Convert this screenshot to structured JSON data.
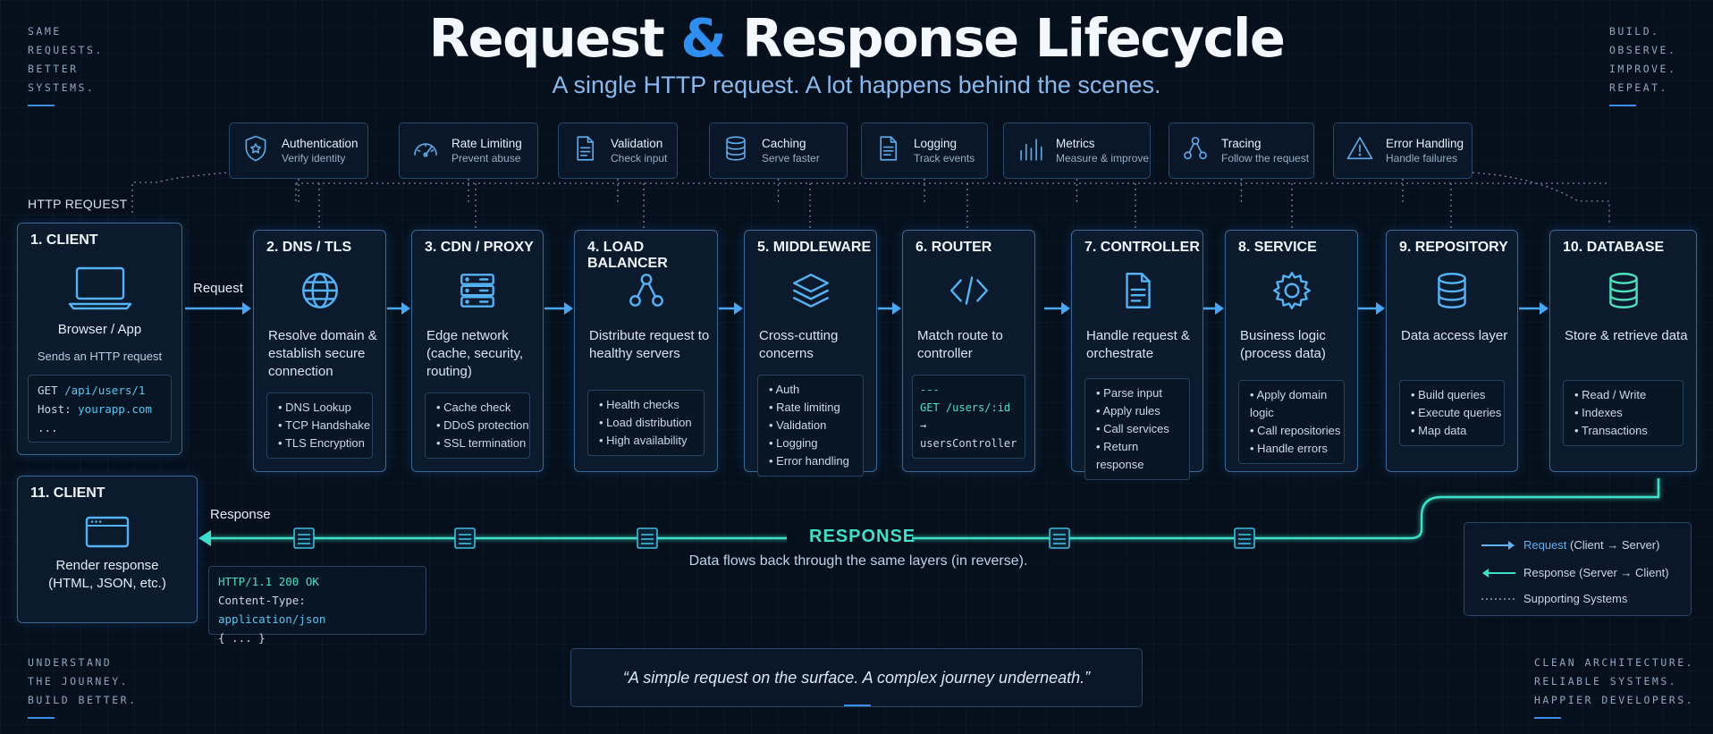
{
  "header": {
    "title_part1": "Request",
    "title_amp": "&",
    "title_part2": "Response Lifecycle",
    "subtitle": "A single HTTP request. A lot happens behind the scenes."
  },
  "corners": {
    "top_left": [
      "SAME",
      "REQUESTS.",
      "BETTER",
      "SYSTEMS."
    ],
    "top_right": [
      "BUILD.",
      "OBSERVE.",
      "IMPROVE.",
      "REPEAT."
    ],
    "bottom_left": [
      "UNDERSTAND",
      "THE JOURNEY.",
      "BUILD BETTER."
    ],
    "bottom_right": [
      "CLEAN ARCHITECTURE.",
      "RELIABLE SYSTEMS.",
      "HAPPIER DEVELOPERS."
    ]
  },
  "section_label": "HTTP REQUEST",
  "supporting": [
    {
      "name": "Authentication",
      "desc": "Verify identity",
      "icon": "shield-icon"
    },
    {
      "name": "Rate Limiting",
      "desc": "Prevent abuse",
      "icon": "gauge-icon"
    },
    {
      "name": "Validation",
      "desc": "Check input",
      "icon": "document-icon"
    },
    {
      "name": "Caching",
      "desc": "Serve faster",
      "icon": "database-icon"
    },
    {
      "name": "Logging",
      "desc": "Track events",
      "icon": "log-icon"
    },
    {
      "name": "Metrics",
      "desc": "Measure & improve",
      "icon": "bar-chart-icon"
    },
    {
      "name": "Tracing",
      "desc": "Follow the request",
      "icon": "nodes-icon"
    },
    {
      "name": "Error Handling",
      "desc": "Handle failures",
      "icon": "warning-icon"
    }
  ],
  "client_start": {
    "title": "1. CLIENT",
    "label": "Browser / App",
    "desc": "Sends an HTTP request",
    "code": [
      {
        "k": "GET ",
        "v": "/api/users/1"
      },
      {
        "k": "Host: ",
        "v": "yourapp.com"
      },
      {
        "k": "...",
        "v": ""
      }
    ]
  },
  "request_label": "Request",
  "stages": [
    {
      "title": "2. DNS / TLS",
      "icon": "globe-icon",
      "desc": "Resolve domain & establish secure connection",
      "bullets": [
        "DNS Lookup",
        "TCP Handshake",
        "TLS Encryption"
      ]
    },
    {
      "title": "3. CDN / PROXY",
      "icon": "server-icon",
      "desc": "Edge network (cache, security, routing)",
      "bullets": [
        "Cache check",
        "DDoS protection",
        "SSL termination"
      ]
    },
    {
      "title": "4. LOAD BALANCER",
      "icon": "nodes-icon",
      "desc": "Distribute request to healthy servers",
      "bullets": [
        "Health checks",
        "Load distribution",
        "High availability"
      ]
    },
    {
      "title": "5. MIDDLEWARE",
      "icon": "layers-icon",
      "desc": "Cross-cutting concerns",
      "bullets": [
        "Auth",
        "Rate limiting",
        "Validation",
        "Logging",
        "Error handling"
      ]
    },
    {
      "title": "6. ROUTER",
      "icon": "code-brackets-icon",
      "desc": "Match route to controller",
      "code": [
        "---",
        "GET /users/:id",
        "→ usersController"
      ]
    },
    {
      "title": "7. CONTROLLER",
      "icon": "document-icon",
      "desc": "Handle request & orchestrate",
      "bullets": [
        "Parse input",
        "Apply rules",
        "Call services",
        "Return response"
      ]
    },
    {
      "title": "8. SERVICE",
      "icon": "gear-icon",
      "desc": "Business logic (process data)",
      "bullets": [
        "Apply domain logic",
        "Call repositories",
        "Handle errors"
      ]
    },
    {
      "title": "9. REPOSITORY",
      "icon": "database-icon",
      "desc": "Data access layer",
      "bullets": [
        "Build queries",
        "Execute queries",
        "Map data"
      ]
    },
    {
      "title": "10. DATABASE",
      "icon": "database-icon",
      "desc": "Store & retrieve data",
      "bullets": [
        "Read / Write",
        "Indexes",
        "Transactions"
      ]
    }
  ],
  "client_end": {
    "title": "11. CLIENT",
    "desc": "Render response (HTML, JSON, etc.)"
  },
  "response_label": "Response",
  "response_code": [
    {
      "k": "HTTP/1.1 200 OK",
      "v": ""
    },
    {
      "k": "Content-Type: ",
      "v": "application/json"
    },
    {
      "k": "{ ... }",
      "v": ""
    }
  ],
  "response_banner": {
    "title": "RESPONSE",
    "subtitle": "Data flows back through the same layers (in reverse)."
  },
  "legend": {
    "request": {
      "label": "Request",
      "detail": "(Client → Server)"
    },
    "response": {
      "label": "Response",
      "detail": "(Server → Client)"
    },
    "support": {
      "label": "Supporting Systems"
    }
  },
  "quote": "“A simple request on the surface. A complex journey underneath.”",
  "colors": {
    "background": "#06101c",
    "request_accent": "#2f8ff0",
    "response_accent": "#3fe0c8",
    "card_border": "#3a6893"
  }
}
